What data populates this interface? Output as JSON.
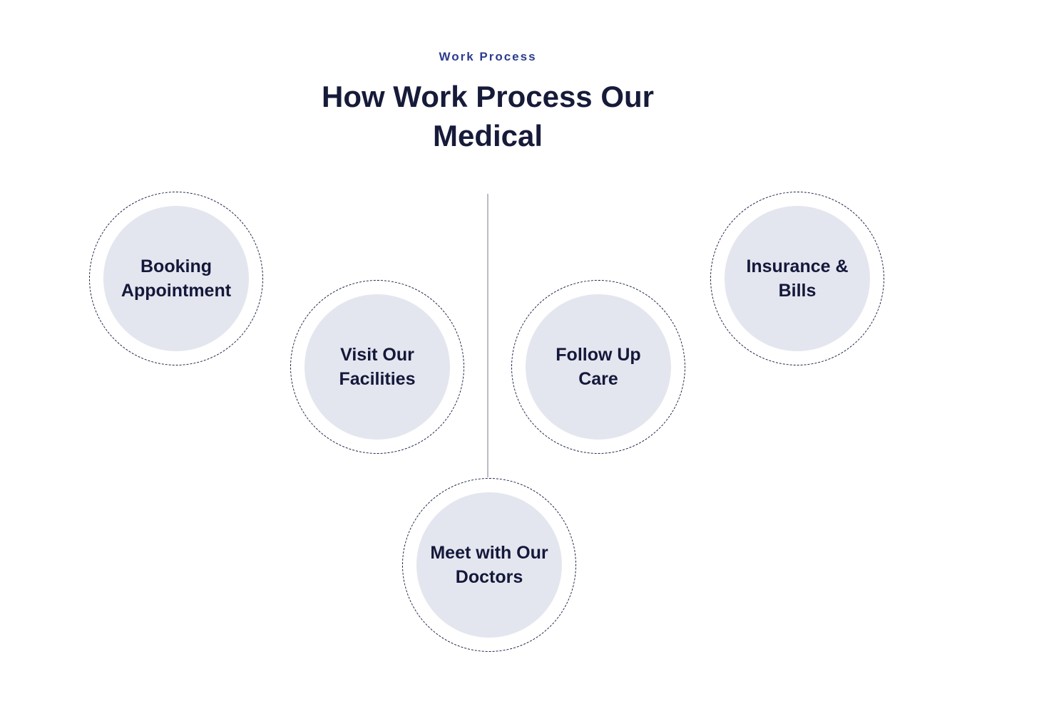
{
  "section": {
    "eyebrow": "Work Process",
    "title_line1": "How Work Process Our",
    "title_line2": "Medical"
  },
  "colors": {
    "background": "#ffffff",
    "eyebrow_text": "#2c3c8e",
    "title_text": "#171b3a",
    "circle_fill": "#e4e6ef",
    "circle_dashed_border": "#1e2244",
    "step_label_text": "#14183a",
    "connector_line": "#bbbcc4"
  },
  "steps": [
    {
      "name": "booking-appointment",
      "line1": "Booking",
      "line2": "Appointment"
    },
    {
      "name": "visit-facilities",
      "line1": "Visit Our",
      "line2": "Facilities"
    },
    {
      "name": "meet-doctors",
      "line1": "Meet with Our",
      "line2": "Doctors"
    },
    {
      "name": "follow-up-care",
      "line1": "Follow Up",
      "line2": "Care"
    },
    {
      "name": "insurance-bills",
      "line1": "Insurance &",
      "line2": "Bills"
    }
  ]
}
